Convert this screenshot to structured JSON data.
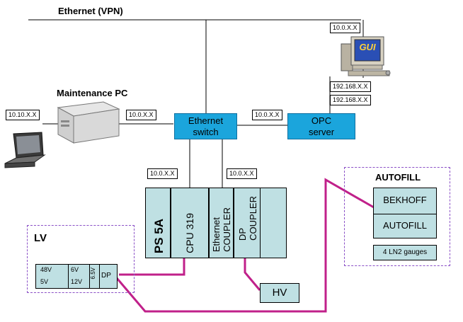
{
  "network": {
    "ethernet_label": "Ethernet (VPN)"
  },
  "ip_labels": {
    "gui_ip": "10.0.X.X",
    "gui_ip2": "192.168.X.X",
    "gui_ip3": "192.168.X.X",
    "laptop_ip": "10.10.X.X",
    "maint_ip": "10.0.X.X",
    "opc_ip": "10.0.X.X",
    "cpu_ip": "10.0.X.X",
    "eth_coupler_ip": "10.0.X.X"
  },
  "nodes": {
    "maintenance_pc": "Maintenance PC",
    "switch_line1": "Ethernet",
    "switch_line2": "switch",
    "opc_line1": "OPC",
    "opc_line2": "server",
    "gui_screen": "GUI"
  },
  "rack": {
    "ps": "PS 5A",
    "cpu": "CPU 319",
    "eth_coupler_line1": "Ethernet",
    "eth_coupler_line2": "COUPLER",
    "dp_coupler_line1": "DP",
    "dp_coupler_line2": "COUPLER"
  },
  "hv": "HV",
  "lv": {
    "title": "LV",
    "v48": "48V",
    "v5": "5V",
    "v6": "6V",
    "v12": "12V",
    "v65": "6.5V",
    "dp": "DP"
  },
  "autofill": {
    "title": "AUTOFILL",
    "bekhoff": "BEKHOFF",
    "autofill_box": "AUTOFILL",
    "gauges": "4 LN2 gauges"
  },
  "colors": {
    "teal": "#bfe0e3",
    "blue": "#1ba5dc",
    "magenta": "#c0208a",
    "dash": "#8a4fc6"
  }
}
